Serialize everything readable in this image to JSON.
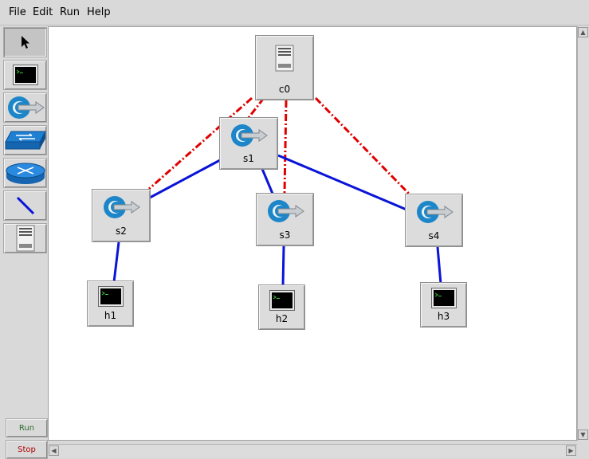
{
  "menu": [
    "File",
    "Edit",
    "Run",
    "Help"
  ],
  "toolbar": {
    "tools": [
      {
        "name": "select-tool",
        "icon": "arrow-pointer-icon"
      },
      {
        "name": "host-tool",
        "icon": "terminal-icon"
      },
      {
        "name": "switch-tool",
        "icon": "openflow-switch-icon"
      },
      {
        "name": "legacy-switch-tool",
        "icon": "legacy-switch-icon"
      },
      {
        "name": "router-tool",
        "icon": "router-icon"
      },
      {
        "name": "link-tool",
        "icon": "link-line-icon"
      },
      {
        "name": "controller-tool",
        "icon": "controller-server-icon"
      }
    ],
    "run_label": "Run",
    "stop_label": "Stop"
  },
  "colors": {
    "data_link": "#0a14d8",
    "control_link": "#e00000",
    "run_text": "#2a6b2a",
    "stop_text": "#b00000"
  },
  "nodes": [
    {
      "id": "c0",
      "label": "c0",
      "kind": "controller"
    },
    {
      "id": "s1",
      "label": "s1",
      "kind": "switch"
    },
    {
      "id": "s2",
      "label": "s2",
      "kind": "switch"
    },
    {
      "id": "s3",
      "label": "s3",
      "kind": "switch"
    },
    {
      "id": "s4",
      "label": "s4",
      "kind": "switch"
    },
    {
      "id": "h1",
      "label": "h1",
      "kind": "host"
    },
    {
      "id": "h2",
      "label": "h2",
      "kind": "host"
    },
    {
      "id": "h3",
      "label": "h3",
      "kind": "host"
    }
  ],
  "links": [
    {
      "from": "s1",
      "to": "s2",
      "type": "data"
    },
    {
      "from": "s1",
      "to": "s3",
      "type": "data"
    },
    {
      "from": "s1",
      "to": "s4",
      "type": "data"
    },
    {
      "from": "s2",
      "to": "h1",
      "type": "data"
    },
    {
      "from": "s3",
      "to": "h2",
      "type": "data"
    },
    {
      "from": "s4",
      "to": "h3",
      "type": "data"
    },
    {
      "from": "c0",
      "to": "s1",
      "type": "control"
    },
    {
      "from": "c0",
      "to": "s2",
      "type": "control"
    },
    {
      "from": "c0",
      "to": "s3",
      "type": "control"
    },
    {
      "from": "c0",
      "to": "s4",
      "type": "control"
    }
  ]
}
